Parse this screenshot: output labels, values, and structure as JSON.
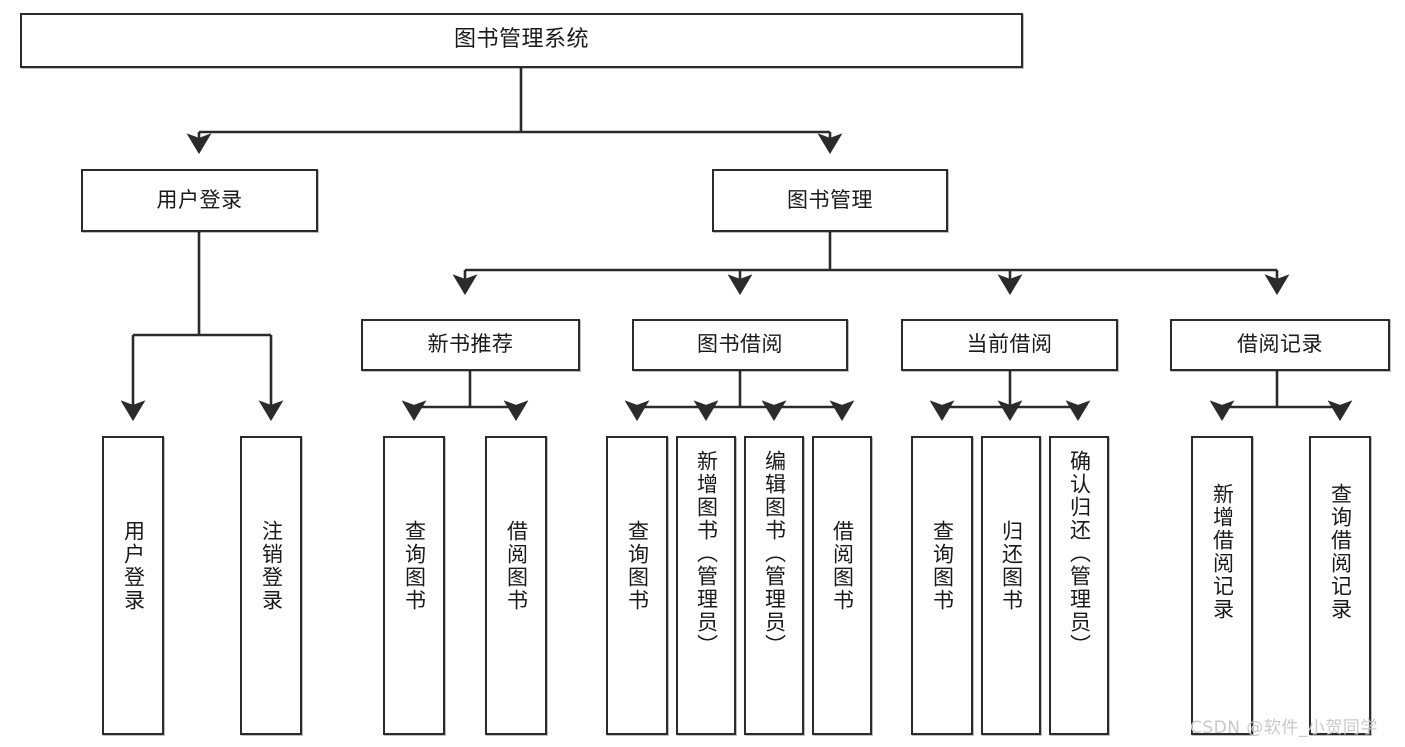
{
  "diagram": {
    "title": "图书管理系统",
    "type": "tree-hierarchy",
    "nodes": {
      "root": {
        "label": "图书管理系统"
      },
      "level2": [
        {
          "id": "user-login",
          "label": "用户登录"
        },
        {
          "id": "book-manage",
          "label": "图书管理"
        }
      ],
      "level3": [
        {
          "id": "new-book-recommend",
          "label": "新书推荐"
        },
        {
          "id": "book-borrow",
          "label": "图书借阅"
        },
        {
          "id": "current-borrow",
          "label": "当前借阅"
        },
        {
          "id": "borrow-record",
          "label": "借阅记录"
        }
      ],
      "leaves": {
        "user_login": [
          {
            "id": "leaf-user-login",
            "label": "用户登录"
          },
          {
            "id": "leaf-logout-login",
            "label": "注销登录"
          }
        ],
        "new_book_recommend": [
          {
            "id": "leaf-query-book-1",
            "label": "查询图书"
          },
          {
            "id": "leaf-borrow-book-1",
            "label": "借阅图书"
          }
        ],
        "book_borrow": [
          {
            "id": "leaf-query-book-2",
            "label": "查询图书"
          },
          {
            "id": "leaf-add-book",
            "label": "新增图书（管理员）"
          },
          {
            "id": "leaf-edit-book",
            "label": "编辑图书（管理员）"
          },
          {
            "id": "leaf-borrow-book-2",
            "label": "借阅图书"
          }
        ],
        "current_borrow": [
          {
            "id": "leaf-query-book-3",
            "label": "查询图书"
          },
          {
            "id": "leaf-return-book",
            "label": "归还图书"
          },
          {
            "id": "leaf-confirm-return",
            "label": "确认归还（管理员）"
          }
        ],
        "borrow_record": [
          {
            "id": "leaf-add-borrow-record",
            "label": "新增借阅记录"
          },
          {
            "id": "leaf-query-borrow-record",
            "label": "查询借阅记录"
          }
        ]
      }
    },
    "colors": {
      "stroke": "#2b2b2b",
      "fill": "#ffffff",
      "text": "#1a1a1a",
      "watermark": "#c9c9c9"
    }
  },
  "watermark": {
    "text": "CSDN @软件_小贺同学"
  }
}
